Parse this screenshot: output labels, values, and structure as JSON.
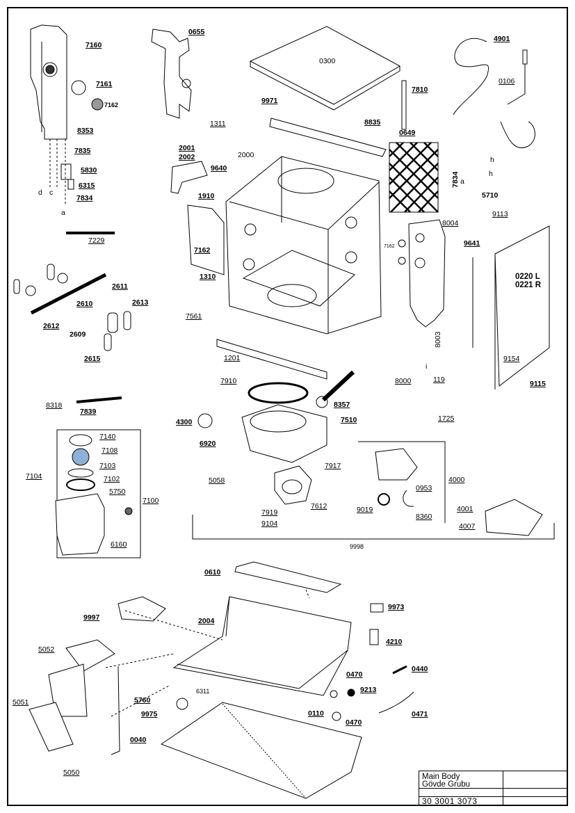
{
  "title_block": {
    "name_en": "Main Body",
    "name_tr": "Gövde Grubu",
    "code": "30 3001 3073"
  },
  "parts": {
    "p7160": "7160",
    "p7161": "7161",
    "p7162a": "7162",
    "p8353": "8353",
    "p7835": "7835",
    "p5830": "5830",
    "p6315": "6315",
    "p7834a": "7834",
    "p0655": "0655",
    "p0300": "0300",
    "p4901": "4901",
    "p0106": "0106",
    "p7810": "7810",
    "p9971": "9971",
    "p8835": "8835",
    "p1311": "1311",
    "p0649": "0649",
    "p2001": "2001",
    "p2002": "2002",
    "p2000": "2000",
    "p9640": "9640",
    "p7834b": "7834",
    "p5710": "5710",
    "p7229": "7229",
    "p1910": "1910",
    "p8004": "8004",
    "p9113": "9113",
    "p7162b": "7162",
    "p7162c": "7162",
    "p9641": "9641",
    "p0220": "0220 L",
    "p0221": "0221 R",
    "p1310": "1310",
    "p2611": "2611",
    "p2613": "2613",
    "p2610": "2610",
    "p7561": "7561",
    "p2612": "2612",
    "p2609": "2609",
    "p8003": "8003",
    "p2615": "2615",
    "p1201": "1201",
    "p9154": "9154",
    "p8000": "8000",
    "p119": "119",
    "p9115": "9115",
    "p7910": "7910",
    "p8318": "8318",
    "p7839": "7839",
    "p8357": "8357",
    "p4300": "4300",
    "p7510": "7510",
    "p1725": "1725",
    "p7140": "7140",
    "p7108": "7108",
    "p7103": "7103",
    "p7104": "7104",
    "p7102": "7102",
    "p6920": "6920",
    "p7917": "7917",
    "p4000": "4000",
    "p0953": "0953",
    "p5750": "5750",
    "p7100": "7100",
    "p5058": "5058",
    "p7612": "7612",
    "p9019": "9019",
    "p4001": "4001",
    "p7919": "7919",
    "p8360": "8360",
    "p9104": "9104",
    "p4007": "4007",
    "p6160": "6160",
    "p9998": "9998",
    "p0610": "0610",
    "p9997": "9997",
    "p2004": "2004",
    "p9973": "9973",
    "p4210": "4210",
    "p5052": "5052",
    "p0470a": "0470",
    "p0440": "0440",
    "p9213": "9213",
    "p5760": "5760",
    "p6311": "6311",
    "p5051": "5051",
    "p9975": "9975",
    "p0110": "0110",
    "p0470b": "0470",
    "p0471": "0471",
    "p0040": "0040",
    "p5050": "5050"
  },
  "circle_labels": {
    "d": "d",
    "c": "c",
    "a1": "a",
    "a2": "a",
    "h1": "h",
    "h2": "h",
    "i1": "i"
  }
}
